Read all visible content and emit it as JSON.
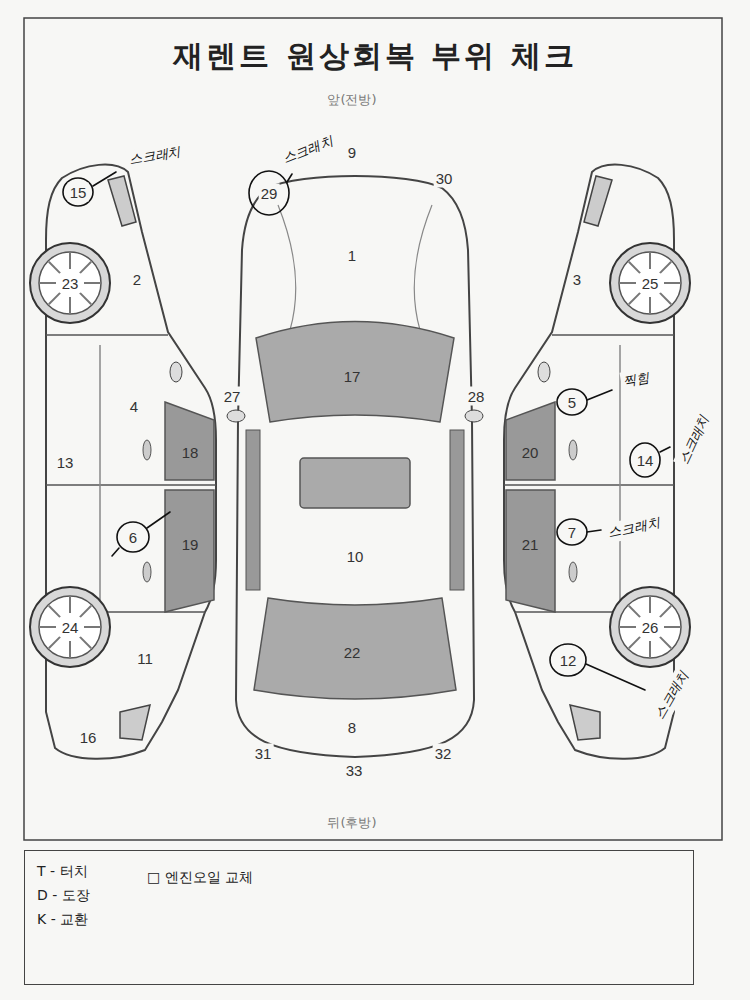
{
  "diagram": {
    "title": "재렌트 원상회복 부위 체크",
    "nodes": [
      {
        "text": [
          "T - 터치",
          "D - 도장",
          "K - 교환",
          "□ 엔진오일 교체"
        ]
      }
    ],
    "labels": [
      "앞(전방)",
      "9",
      "15",
      "스크래치",
      "29",
      "스크래치",
      "30",
      "23",
      "2",
      "1",
      "3",
      "25",
      "17",
      "27",
      "28",
      "4",
      "5",
      "찍힘",
      "13",
      "18",
      "20",
      "14",
      "스크래치",
      "6",
      "19",
      "10",
      "21",
      "7",
      "스크래치",
      "24",
      "11",
      "22",
      "26",
      "12",
      "스크래치",
      "16",
      "8",
      "31",
      "32",
      "33",
      "뒤(후방)"
    ]
  }
}
